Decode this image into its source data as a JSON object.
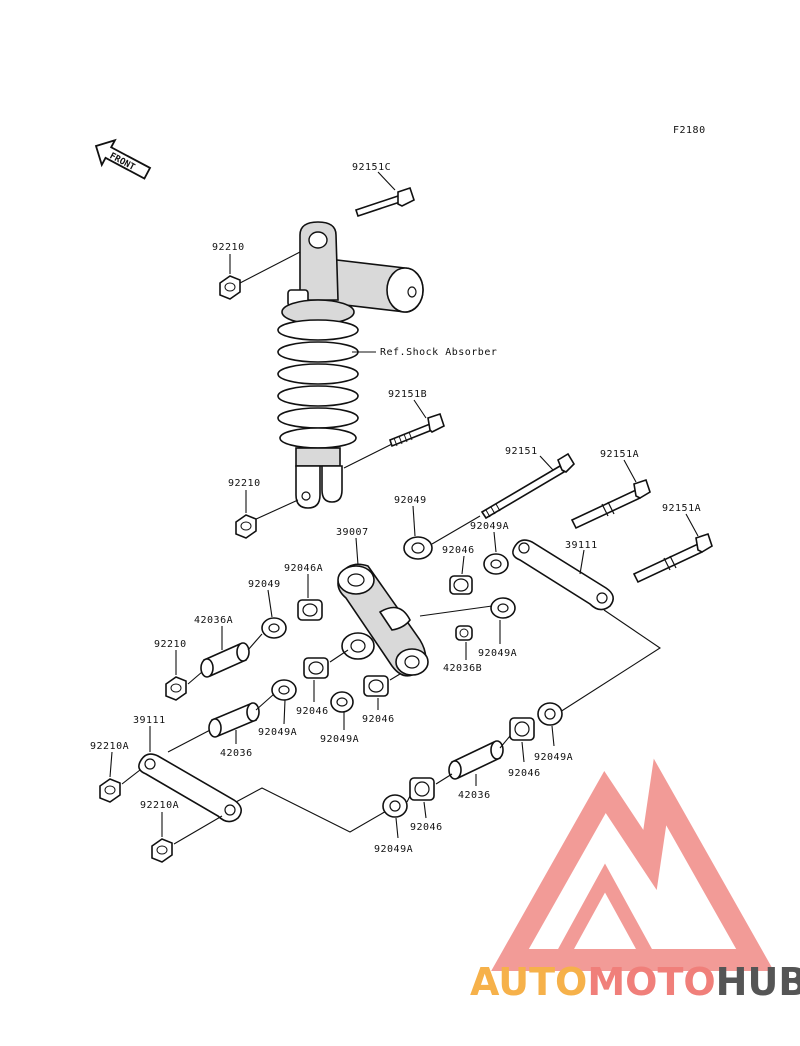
{
  "figure_code": "F2180",
  "front_label": "FRONT",
  "ref_label": "Ref.Shock Absorber",
  "labels": {
    "p92151C": "92151C",
    "p92210_top": "92210",
    "p92151B": "92151B",
    "p92210_mid": "92210",
    "p92151": "92151",
    "p92151A_1": "92151A",
    "p92151A_2": "92151A",
    "p92049_upper": "92049",
    "p39007": "39007",
    "p92049A_upper": "92049A",
    "p92046_upper": "92046",
    "p39111_right": "39111",
    "p92046A": "92046A",
    "p92049_left": "92049",
    "p42036A": "42036A",
    "p92210_left": "92210",
    "p42036B": "42036B",
    "p92049A_right": "92049A",
    "p39111_left": "39111",
    "p92049A_mid": "92049A",
    "p92046_mid1": "92046",
    "p92049A_low": "92049A",
    "p92046_mid2": "92046",
    "p42036_left": "42036",
    "p92210A_1": "92210A",
    "p92210A_2": "92210A",
    "p92049A_far": "92049A",
    "p92046_right": "92046",
    "p42036_right": "42036",
    "p92046_bottom": "92046",
    "p92049A_bottom": "92049A"
  },
  "watermark": {
    "part1": "AUTO",
    "part2": "MOTO",
    "part3": "HUB",
    "colors": {
      "auto": "#f6b14a",
      "moto": "#f07f7a",
      "hub": "#555555",
      "logo": "#f08a86"
    }
  }
}
